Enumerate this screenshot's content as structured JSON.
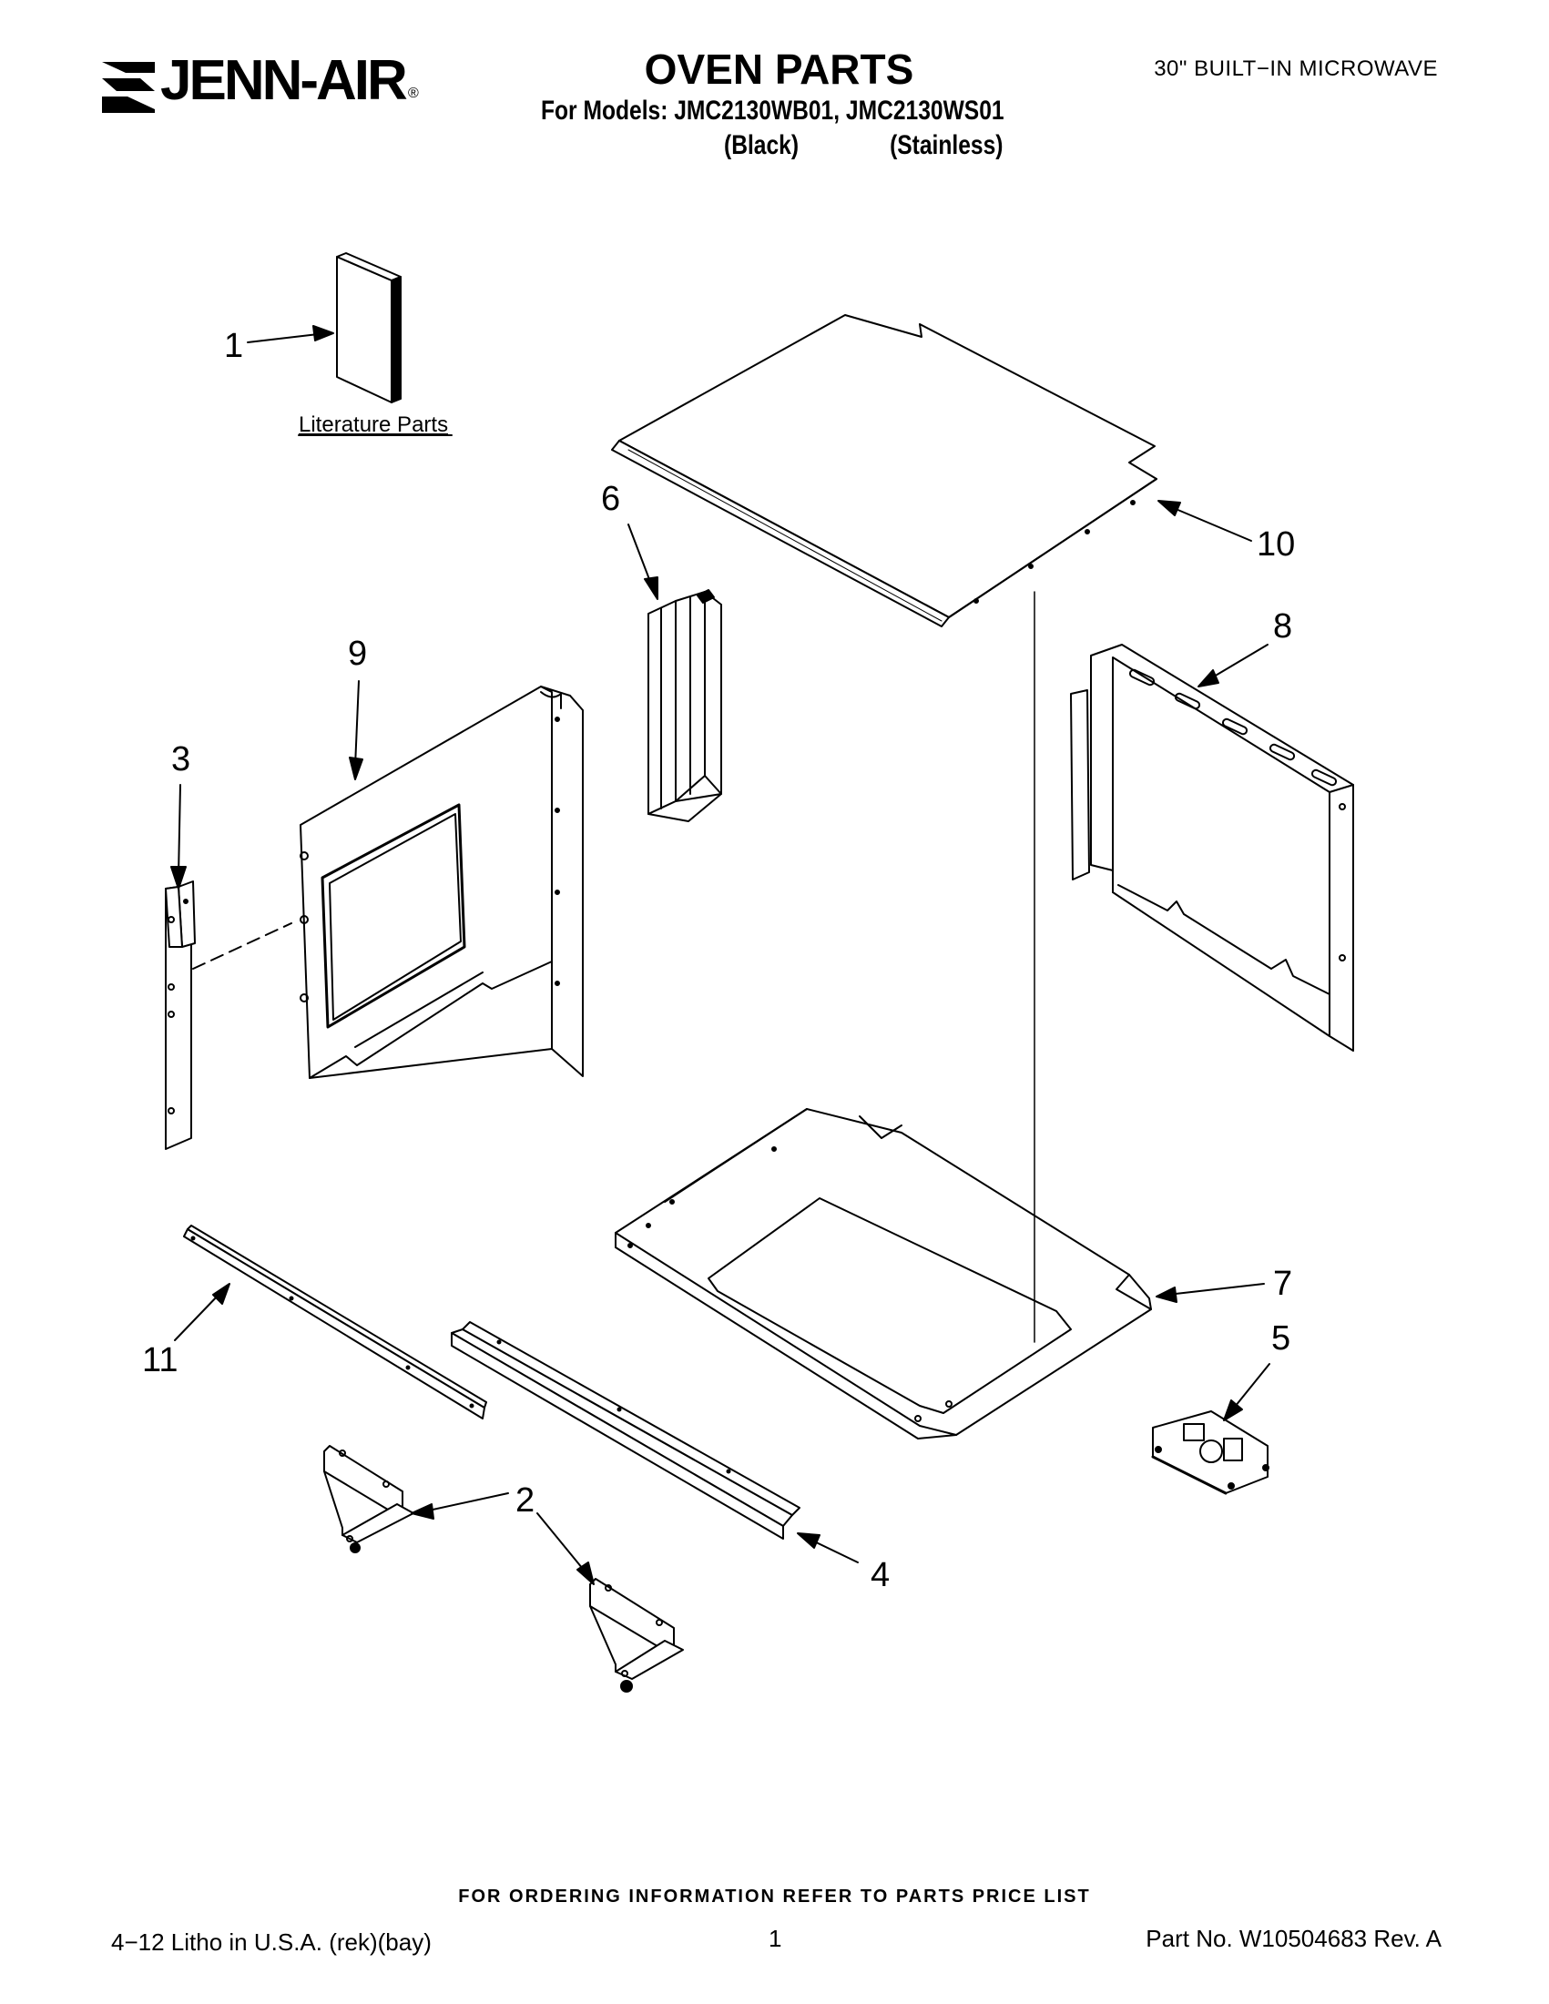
{
  "header": {
    "brand": "JENN-AIR",
    "brand_reg": "®",
    "title": "OVEN PARTS",
    "models_line": "For Models: JMC2130WB01, JMC2130WS01",
    "variant_black": "(Black)",
    "variant_stainless": "(Stainless)",
    "product": "30\" BUILT−IN MICROWAVE"
  },
  "diagram": {
    "literature_label": "Literature Parts",
    "callouts": [
      "1",
      "2",
      "3",
      "4",
      "5",
      "6",
      "7",
      "8",
      "9",
      "10",
      "11"
    ]
  },
  "footer": {
    "ordering_note": "FOR ORDERING INFORMATION REFER TO PARTS PRICE LIST",
    "litho": "4−12 Litho in U.S.A. (rek)(bay)",
    "page_number": "1",
    "part_number": "Part No. W10504683 Rev. A"
  }
}
